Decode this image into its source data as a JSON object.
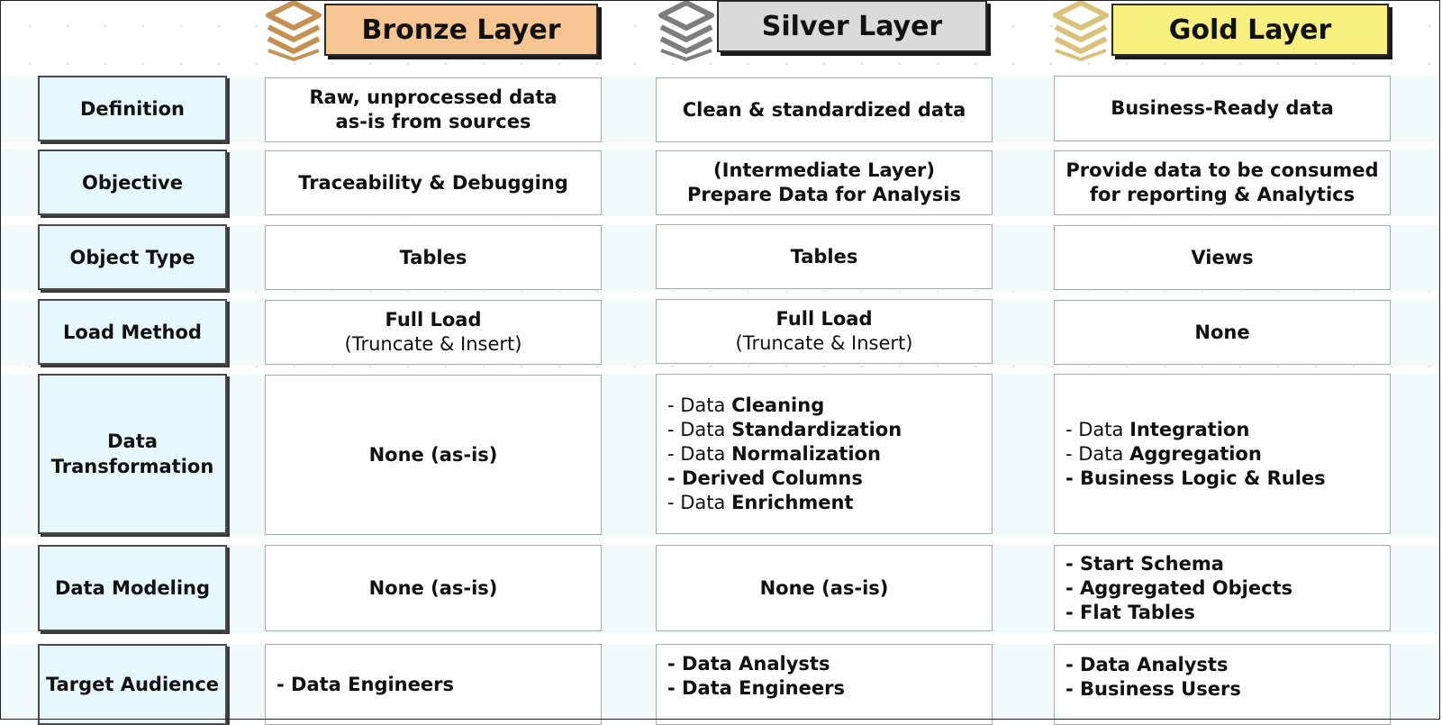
{
  "layers": [
    {
      "key": "bronze",
      "title": "Bronze Layer",
      "color": "#f6c692",
      "icon_color": "#c49152",
      "icon": "stacked-layers-icon"
    },
    {
      "key": "silver",
      "title": "Silver Layer",
      "color": "#dadada",
      "icon_color": "#7d7d7d",
      "icon": "stacked-layers-icon"
    },
    {
      "key": "gold",
      "title": "Gold Layer",
      "color": "#f7ef7e",
      "icon_color": "#d9c27a",
      "icon": "stacked-layers-icon"
    }
  ],
  "rows": {
    "definition": {
      "label": "Definition",
      "bronze": [
        "Raw, unprocessed data",
        "as-is from sources"
      ],
      "silver": "Clean & standardized data",
      "gold": "Business-Ready data"
    },
    "objective": {
      "label": "Objective",
      "bronze": "Traceability & Debugging",
      "silver": [
        "(Intermediate Layer)",
        "Prepare Data for Analysis"
      ],
      "gold": [
        "Provide data to be consumed",
        "for reporting & Analytics"
      ]
    },
    "object_type": {
      "label": "Object Type",
      "bronze": "Tables",
      "silver": "Tables",
      "gold": "Views"
    },
    "load_method": {
      "label": "Load Method",
      "bronze": {
        "main": "Full Load",
        "sub": "(Truncate & Insert)"
      },
      "silver": {
        "main": "Full Load",
        "sub": "(Truncate & Insert)"
      },
      "gold": "None"
    },
    "data_transformation": {
      "label": [
        "Data",
        "Transformation"
      ],
      "bronze": "None (as-is)",
      "silver": [
        {
          "prefix": "- Data ",
          "bold": "Cleaning"
        },
        {
          "prefix": "- Data ",
          "bold": "Standardization"
        },
        {
          "prefix": "- Data ",
          "bold": "Normalization"
        },
        {
          "prefix": "- ",
          "bold": "Derived Columns"
        },
        {
          "prefix": "- Data ",
          "bold": "Enrichment"
        }
      ],
      "gold": [
        {
          "prefix": "- Data ",
          "bold": "Integration"
        },
        {
          "prefix": "- Data ",
          "bold": "Aggregation"
        },
        {
          "prefix": "- ",
          "bold": "Business Logic & Rules"
        }
      ]
    },
    "data_modeling": {
      "label": "Data Modeling",
      "bronze": "None (as-is)",
      "silver": "None (as-is)",
      "gold": [
        "- Start Schema",
        "- Aggregated Objects",
        "- Flat Tables"
      ]
    },
    "target_audience": {
      "label": "Target Audience",
      "bronze": [
        "- Data Engineers"
      ],
      "silver": [
        "- Data Analysts",
        "- Data Engineers"
      ],
      "gold": [
        "- Data Analysts",
        "- Business Users"
      ]
    }
  }
}
